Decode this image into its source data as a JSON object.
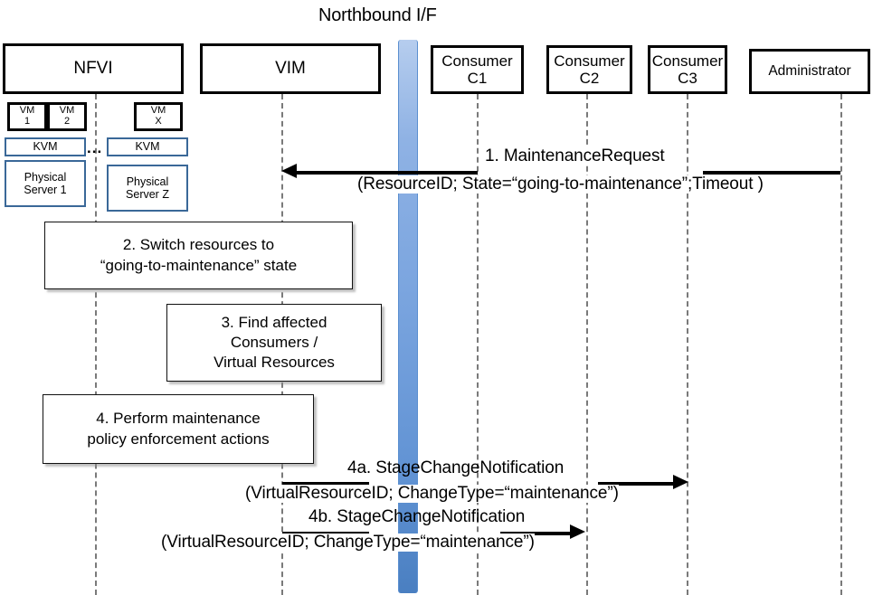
{
  "diagram": {
    "title": "Northbound I/F",
    "type": "uml-sequence-diagram",
    "colors": {
      "northbound_bar_top": "#b6cdee",
      "northbound_bar_bottom": "#4a7fc1",
      "infra_box_border": "#3a6898",
      "actor_box_border": "#000000",
      "lifeline": "#7a7a7a"
    }
  },
  "actors": [
    {
      "id": "nfvi",
      "label": "NFVI"
    },
    {
      "id": "vim",
      "label": "VIM"
    },
    {
      "id": "c1",
      "label": "Consumer\nC1",
      "line1": "Consumer",
      "line2": "C1"
    },
    {
      "id": "c2",
      "label": "Consumer\nC2",
      "line1": "Consumer",
      "line2": "C2"
    },
    {
      "id": "c3",
      "label": "Consumer\nC3",
      "line1": "Consumer",
      "line2": "C3"
    },
    {
      "id": "admin",
      "label": "Administrator"
    }
  ],
  "infrastructure": {
    "vms": [
      {
        "line1": "VM",
        "line2": "1"
      },
      {
        "line1": "VM",
        "line2": "2"
      },
      {
        "line1": "VM",
        "line2": "X"
      }
    ],
    "hypervisors": [
      {
        "label": "KVM"
      },
      {
        "label": "KVM"
      }
    ],
    "servers": [
      {
        "line1": "Physical",
        "line2": "Server 1"
      },
      {
        "line1": "Physical",
        "line2": "Server Z"
      }
    ],
    "ellipsis": "..."
  },
  "steps": [
    {
      "id": "step2",
      "line1": "2. Switch resources to",
      "line2": "“going-to-maintenance” state"
    },
    {
      "id": "step3",
      "line1": "3. Find affected",
      "line2": "Consumers /",
      "line3": "Virtual Resources"
    },
    {
      "id": "step4",
      "line1": "4. Perform maintenance",
      "line2": "policy enforcement actions"
    }
  ],
  "messages": [
    {
      "id": "msg1",
      "number": "1.",
      "name": "MaintenanceRequest",
      "title": "1.    MaintenanceRequest",
      "params": "(ResourceID; State=“going-to-maintenance”;Timeout )",
      "from": "admin",
      "to": "vim",
      "direction": "left"
    },
    {
      "id": "msg4a",
      "number": "4a.",
      "name": "StageChangeNotification",
      "title": "4a. StageChangeNotification",
      "params": "(VirtualResourceID; ChangeType=“maintenance”)",
      "from": "vim",
      "to": "c3",
      "direction": "right"
    },
    {
      "id": "msg4b",
      "number": "4b.",
      "name": "StageChangeNotification",
      "title": "4b. StageChangeNotification",
      "params": "(VirtualResourceID; ChangeType=“maintenance”)",
      "from": "vim",
      "to": "c2",
      "direction": "right"
    }
  ]
}
